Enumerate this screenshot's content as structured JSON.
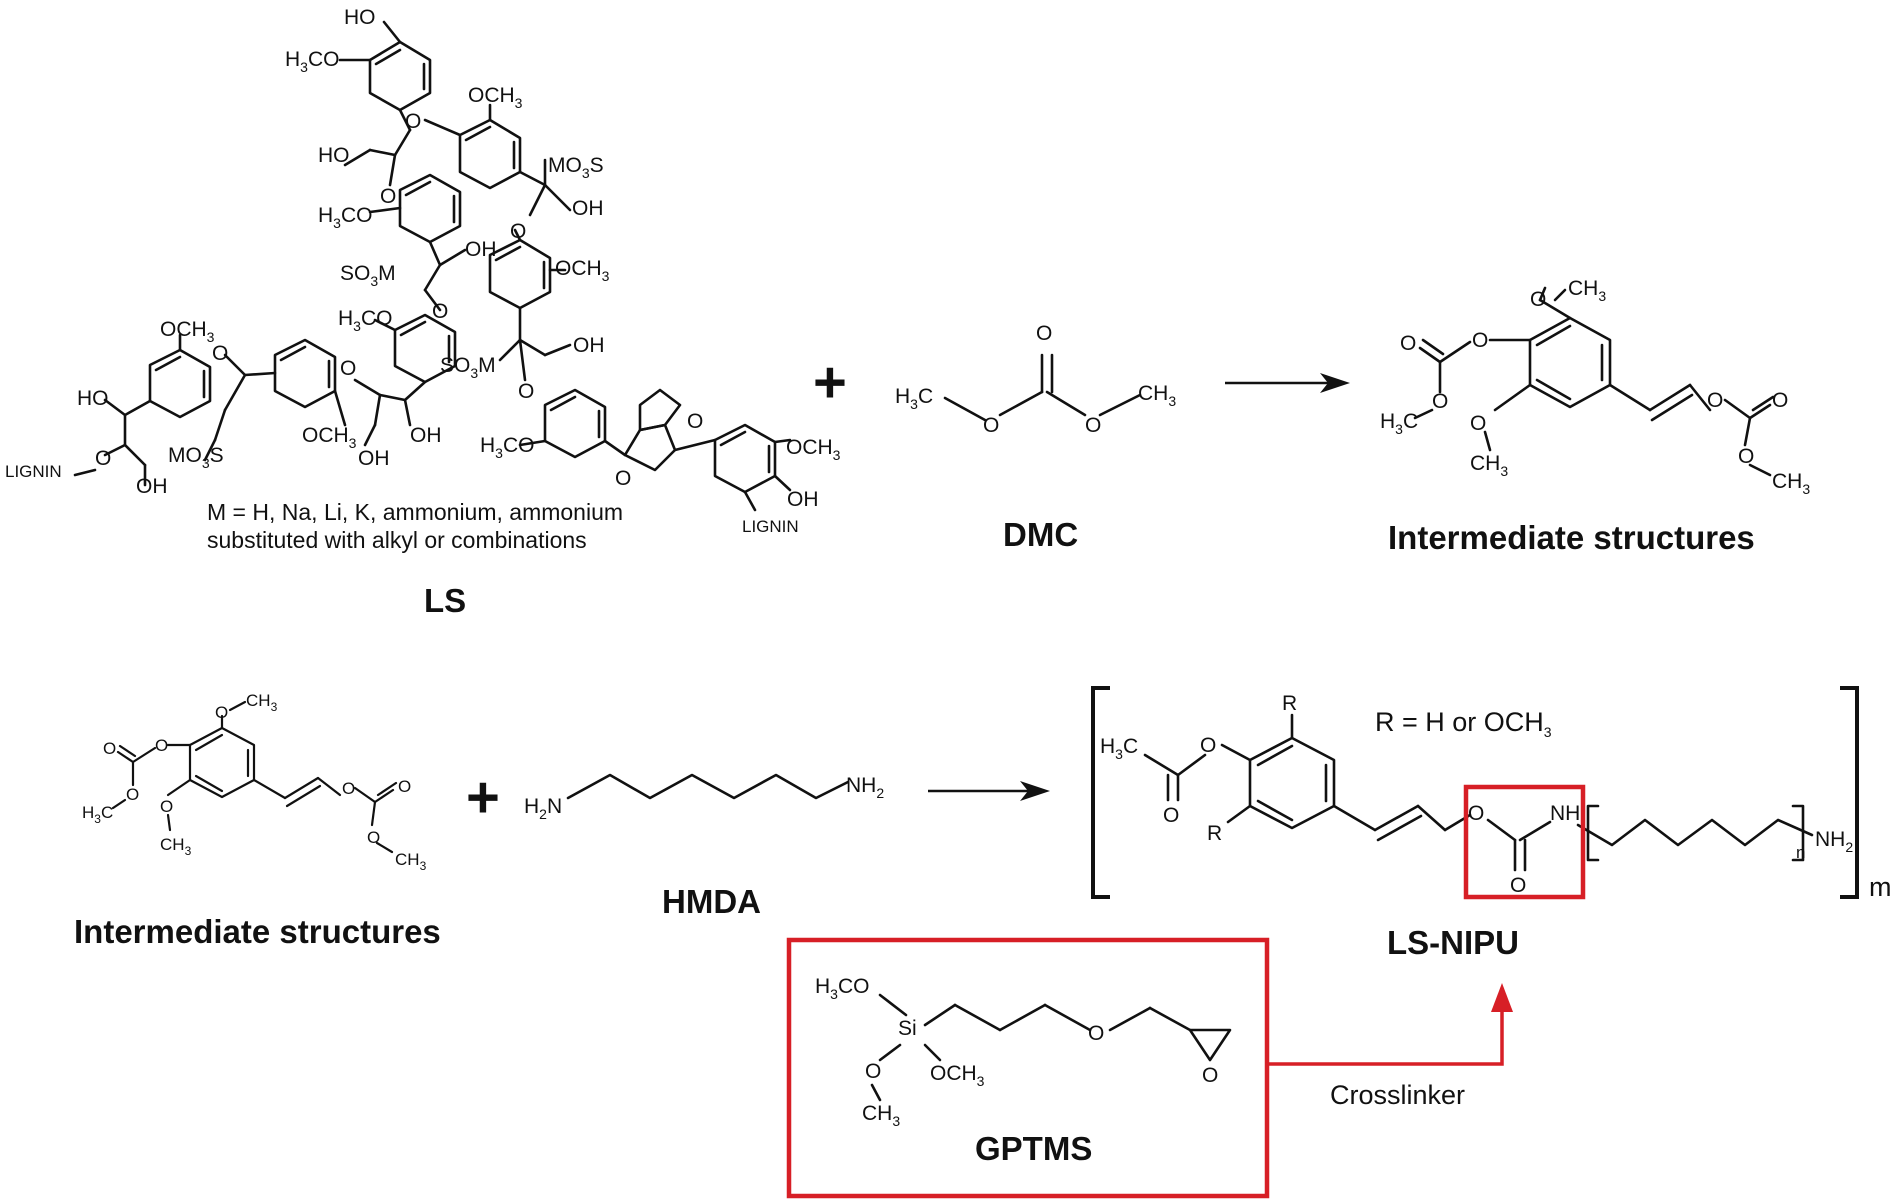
{
  "reaction1": {
    "ls_note_line1": "M = H, Na, Li, K, ammonium, ammonium",
    "ls_note_line2": "substituted with alkyl or combinations",
    "ls_caption": "LS",
    "plus": "+",
    "dmc_caption": "DMC",
    "intermediate_caption": "Intermediate structures"
  },
  "reaction2": {
    "intermediate_caption": "Intermediate structures",
    "plus": "+",
    "hmda_caption": "HMDA",
    "r_definition": "R = H or OCH3",
    "product_caption": "LS-NIPU",
    "repeat_m": "m",
    "repeat_n": "n"
  },
  "crosslinker": {
    "gptms_caption": "GPTMS",
    "arrow_label": "Crosslinker"
  },
  "colors": {
    "highlight": "#d71f26",
    "ink": "#111111"
  },
  "atom_labels": {
    "ho": "HO",
    "oh": "OH",
    "h3co": "H3CO",
    "och3": "OCH3",
    "mo3s": "MO3S",
    "so3m": "SO3M",
    "lignin": "LIGNIN",
    "o": "O",
    "h3c": "H3C",
    "ch3": "CH3",
    "h2n": "H2N",
    "nh2": "NH2",
    "nh": "NH",
    "r": "R",
    "si": "Si"
  }
}
